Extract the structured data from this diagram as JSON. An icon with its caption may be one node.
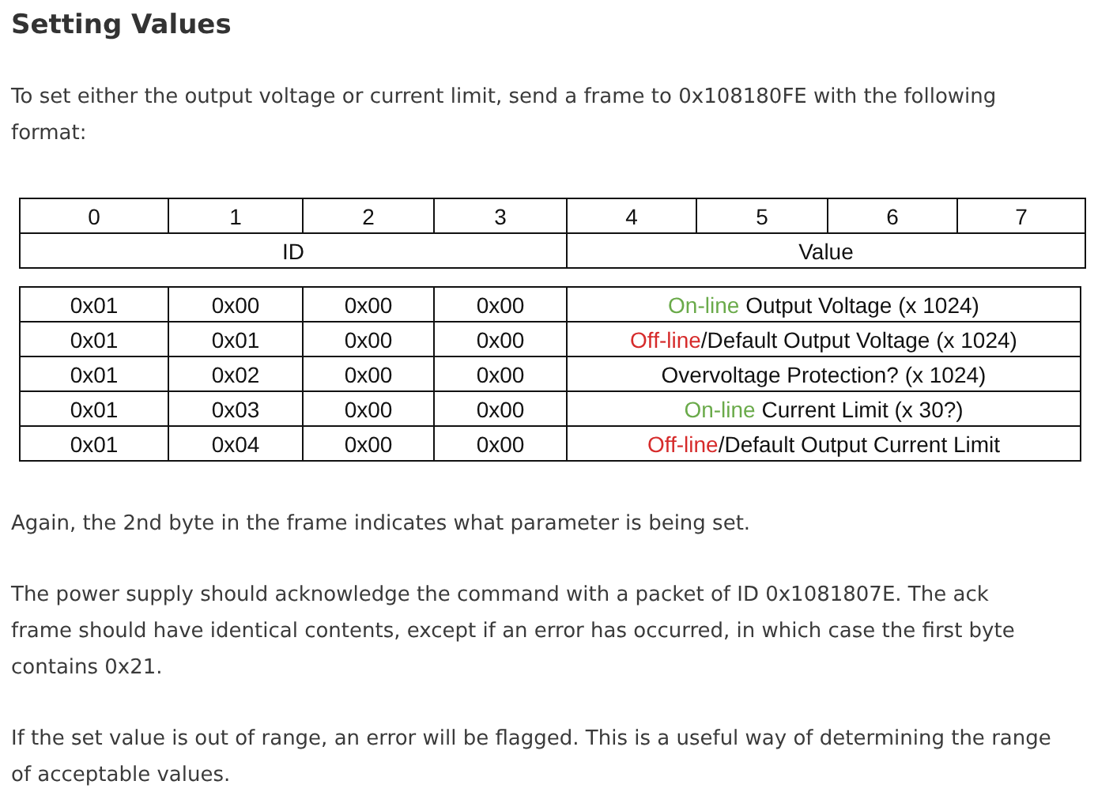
{
  "diagram": {
    "title": "Setting Values",
    "labels": [
      "To set either the output voltage or current limit, send a frame to 0x108180FE with the following format:",
      "0",
      "1",
      "2",
      "3",
      "4",
      "5",
      "6",
      "7",
      "ID",
      "Value",
      "0x01",
      "0x00",
      "0x00",
      "0x00",
      "On-line Output Voltage (x 1024)",
      "0x01",
      "0x01",
      "0x00",
      "0x00",
      "Off-line/Default Output Voltage (x 1024)",
      "0x01",
      "0x02",
      "0x00",
      "0x00",
      "Overvoltage Protection? (x 1024)",
      "0x01",
      "0x03",
      "0x00",
      "0x00",
      "On-line Current Limit (x 30?)",
      "0x01",
      "0x04",
      "0x00",
      "0x00",
      "Off-line/Default Output Current Limit",
      "Again, the 2nd byte in the frame indicates what parameter is being set.",
      "The power supply should acknowledge the command with a packet of ID 0x1081807E. The ack frame should have identical contents, except if an error has occurred, in which case the first byte contains 0x21.",
      "If the set value is out of range, an error will be flagged. This is a useful way of determining the range of acceptable values."
    ]
  }
}
